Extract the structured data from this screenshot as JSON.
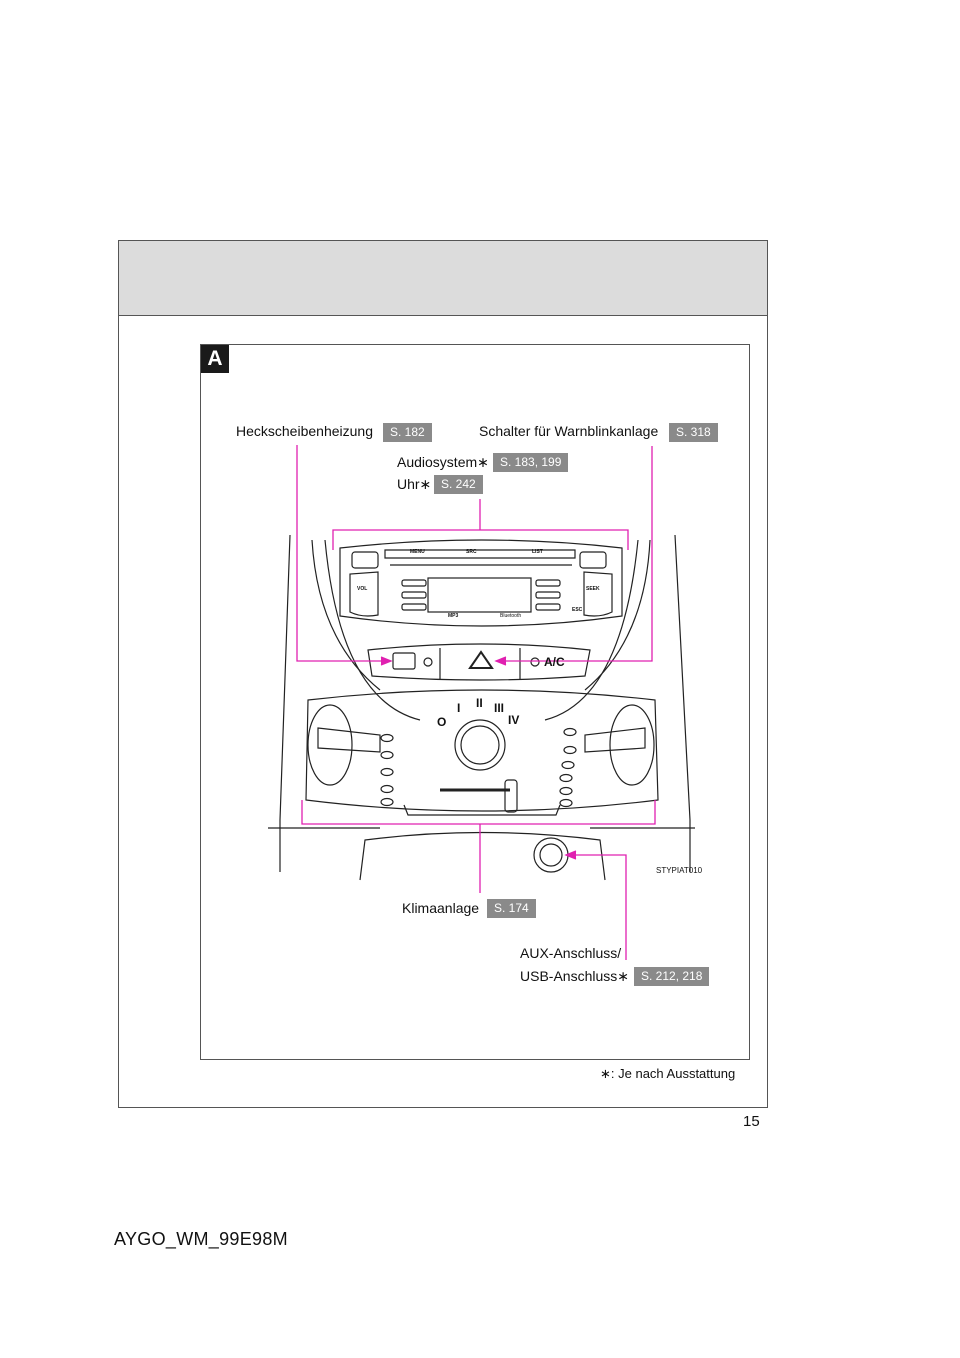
{
  "section_letter": "A",
  "labels": {
    "rear_defogger": {
      "text": "Heckscheibenheizung",
      "ref": "S. 182"
    },
    "hazard_switch": {
      "text": "Schalter für Warnblinkanlage",
      "ref": "S. 318"
    },
    "audio_system": {
      "text": "Audiosystem∗",
      "ref": "S. 183, 199"
    },
    "clock": {
      "text": "Uhr∗",
      "ref": "S. 242"
    },
    "climate": {
      "text": "Klimaanlage",
      "ref": "S. 174"
    },
    "aux_line1": "AUX-Anschluss/",
    "aux_usb": {
      "text": "USB-Anschluss∗",
      "ref": "S. 212, 218"
    }
  },
  "radio": {
    "menu": "MENU",
    "src": "SRC",
    "list": "LIST",
    "vol": "VOL",
    "seek": "SEEK",
    "esc": "ESC",
    "mp3": "MP3",
    "bluetooth": "Bluetooth"
  },
  "ac_label": "A/C",
  "image_code": "STYPIAT010",
  "footnote": "∗: Je nach Ausstattung",
  "page_number": "15",
  "doc_code": "AYGO_WM_99E98M",
  "colors": {
    "callout": "#e020b0",
    "badge": "#8a8a8a",
    "band": "#dcdcdc"
  }
}
